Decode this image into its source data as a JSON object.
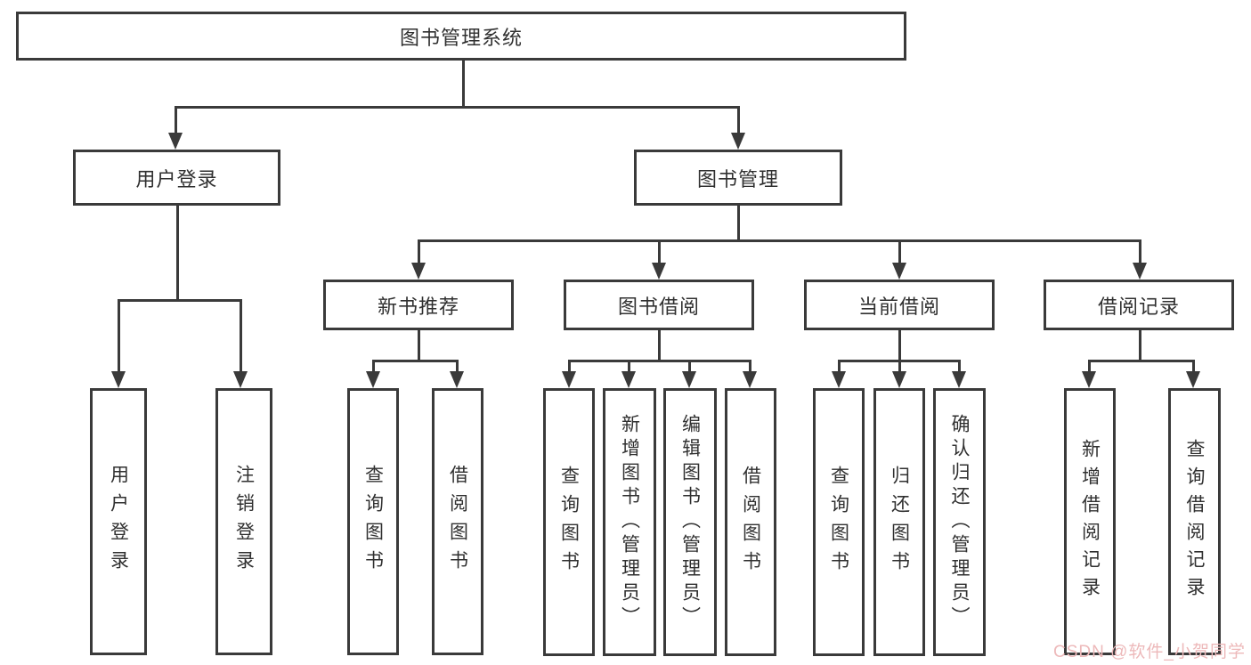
{
  "colors": {
    "line": "#3a3a3a",
    "text": "#303030",
    "background": "#ffffff",
    "watermark": "#edb9ba"
  },
  "diagram_type": "functional-structure-tree",
  "nodes": {
    "root": "图书管理系统",
    "user_login": "用户登录",
    "book_mgmt": "图书管理",
    "new_book_rec": "新书推荐",
    "book_borrow": "图书借阅",
    "current_borrow": "当前借阅",
    "borrow_record": "借阅记录",
    "leaf_user_login": "用户登录",
    "leaf_logout": "注销登录",
    "leaf_query_book_rec": "查询图书",
    "leaf_borrow_book_rec": "借阅图书",
    "leaf_query_book_borrow": "查询图书",
    "leaf_add_book": "新增图书（管理员）",
    "leaf_edit_book": "编辑图书（管理员）",
    "leaf_borrow_book_borrow": "借阅图书",
    "leaf_query_book_current": "查询图书",
    "leaf_return_book": "归还图书",
    "leaf_confirm_return": "确认归还（管理员）",
    "leaf_add_borrow_record": "新增借阅记录",
    "leaf_query_borrow_record": "查询借阅记录"
  },
  "watermark": {
    "text": "CSDN @软件_小贺同学"
  }
}
